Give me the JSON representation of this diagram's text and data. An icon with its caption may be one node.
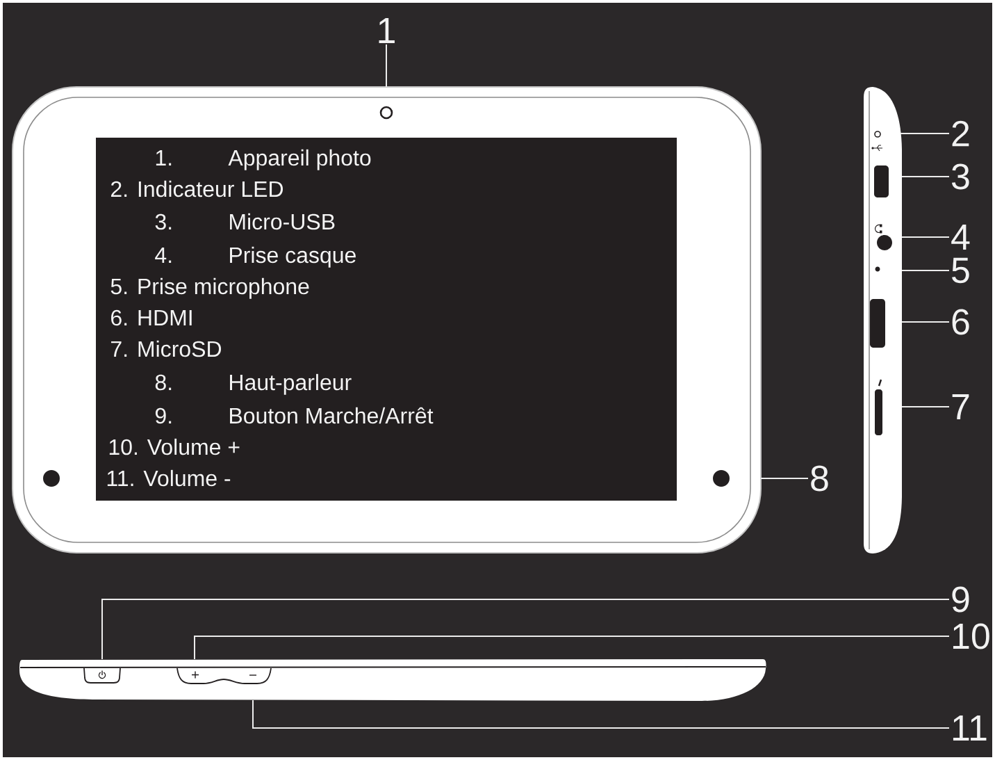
{
  "diagram": {
    "nodes": [
      {
        "text": [
          "1"
        ]
      },
      {
        "text": [],
        "shape": "circle"
      },
      {
        "text": [
          "1.",
          "Appareil photo",
          "2. Indicateur LED",
          "3.",
          "Micro-USB",
          "4.",
          "Prise casque",
          "5. Prise microphone",
          "6. HDMI",
          "7. MicroSD",
          "8.",
          "Haut-parleur",
          "9.",
          "Bouton Marche/Arrêt",
          "10. Volume +",
          "11. Volume -"
        ]
      },
      {
        "text": [],
        "shape": "circle"
      },
      {
        "text": [],
        "shape": "circle"
      },
      {
        "text": [
          "8"
        ]
      },
      {
        "text": [],
        "shape": "circle"
      },
      {
        "text": [
          "2"
        ]
      },
      {
        "text": [],
        "shape": "box"
      },
      {
        "text": [
          "3"
        ]
      },
      {
        "text": [],
        "shape": "circle"
      },
      {
        "text": [
          "4"
        ]
      },
      {
        "text": [],
        "shape": "circle"
      },
      {
        "text": [
          "5"
        ]
      },
      {
        "text": [],
        "shape": "box"
      },
      {
        "text": [
          "6"
        ]
      },
      {
        "text": [],
        "shape": "box"
      },
      {
        "text": [
          "7"
        ]
      },
      {
        "text": [
          "9"
        ]
      },
      {
        "text": [
          "10"
        ]
      },
      {
        "text": [],
        "shape": "button"
      },
      {
        "text": [],
        "shape": "button"
      },
      {
        "text": [],
        "shape": "button"
      },
      {
        "text": [
          "11"
        ]
      }
    ],
    "edges": [
      {
        "from": 0,
        "to": 1,
        "arrow": "none"
      },
      {
        "from": 5,
        "to": 4,
        "arrow": "none"
      },
      {
        "from": 7,
        "to": 6,
        "arrow": "none"
      },
      {
        "from": 9,
        "to": 8,
        "arrow": "none"
      },
      {
        "from": 11,
        "to": 10,
        "arrow": "none"
      },
      {
        "from": 13,
        "to": 12,
        "arrow": "none"
      },
      {
        "from": 15,
        "to": 14,
        "arrow": "none"
      },
      {
        "from": 17,
        "to": 16,
        "arrow": "none"
      },
      {
        "from": 18,
        "to": 20,
        "arrow": "none"
      },
      {
        "from": 19,
        "to": 21,
        "arrow": "none"
      },
      {
        "from": 23,
        "to": 22,
        "arrow": "none"
      }
    ]
  }
}
